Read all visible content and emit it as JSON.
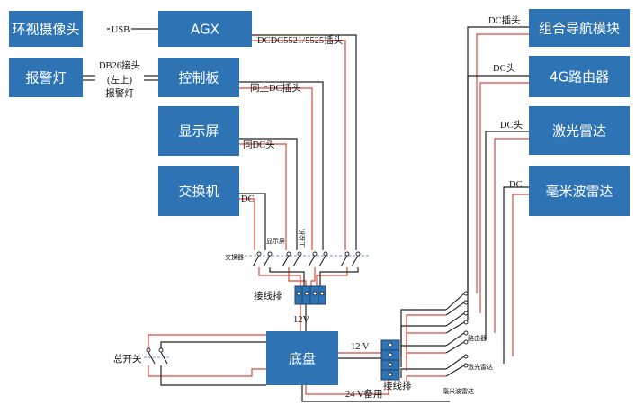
{
  "boxes": {
    "surround_camera": "环视摄像头",
    "agx": "AGX",
    "alarm_light": "报警灯",
    "control_board": "控制板",
    "display": "显示屏",
    "switch": "交换机",
    "chassis": "底盘",
    "nav_module": "组合导航模块",
    "router_4g": "4G路由器",
    "lidar": "激光雷达",
    "mmwave_radar": "毫米波雷达"
  },
  "labels": {
    "usb": "USB",
    "agx_dc": "DCDC5521/5525插头",
    "db26_line1": "DB26接头",
    "db26_line2": "(左上)",
    "db26_line3": "报警灯",
    "control_dc": "同上DC插头",
    "display_dc": "同DC头",
    "switch_dc": "DC",
    "nav_dc": "DC插头",
    "router_dc": "DC头",
    "lidar_dc": "DC头",
    "radar_dc": "DC",
    "left_terminal": "接线排",
    "right_terminal": "接线排",
    "v12_left": "12V",
    "v12_right": "12 V",
    "v24": "24 V备用",
    "main_switch": "总开关",
    "sw_switch": "交换器",
    "sw_display": "显示屏",
    "sw_control": "工控机",
    "sw_router": "路由器",
    "sw_lidar": "激光雷达",
    "sw_radar": "毫米波雷达"
  }
}
